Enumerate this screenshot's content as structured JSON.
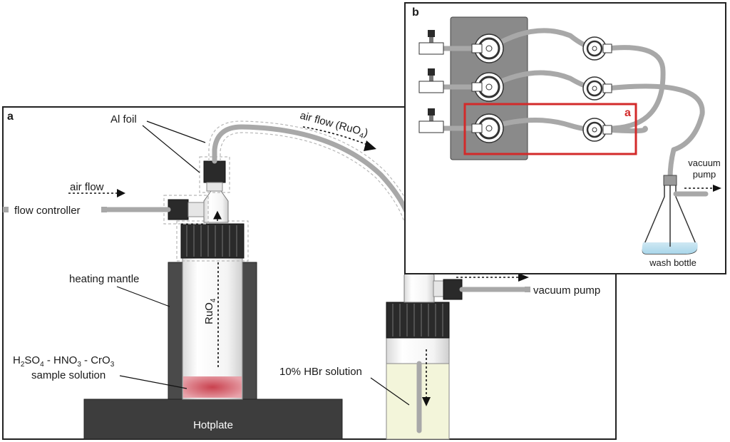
{
  "panel_a": {
    "letter": "a",
    "labels": {
      "al_foil": "Al foil",
      "air_flow_ruo4": "air flow (RuO",
      "air_flow_ruo4_sub": "4",
      "air_flow_ruo4_end": ")",
      "air_flow": "air flow",
      "flow_controller": "flow controller",
      "heating_mantle": "heating mantle",
      "ruo4": "RuO",
      "ruo4_sub": "4",
      "sample_line1_a": "H",
      "sample_line1_b": "2",
      "sample_line1_c": "SO",
      "sample_line1_d": "4",
      "sample_line1_e": " - HNO",
      "sample_line1_f": "3",
      "sample_line1_g": " - CrO",
      "sample_line1_h": "3",
      "sample_line2": "sample solution",
      "hotplate": "Hotplate",
      "hbr_solution": "10% HBr  solution",
      "vacuum_pump": "vacuum pump"
    }
  },
  "panel_b": {
    "letter": "b",
    "highlight_letter": "a",
    "labels": {
      "vacuum_pump_line1": "vacuum",
      "vacuum_pump_line2": "pump",
      "wash_bottle": "wash bottle"
    }
  },
  "colors": {
    "tube": "#a8a8a8",
    "highlight": "#d32a2a",
    "hotplate": "#3d3d3d",
    "mantle": "#4a4a4a",
    "rack": "#8a8a8a",
    "hbr_fill": "#f3f5da",
    "wash_fill": "#bfe1ef",
    "sample_fill": "#c9414e"
  }
}
